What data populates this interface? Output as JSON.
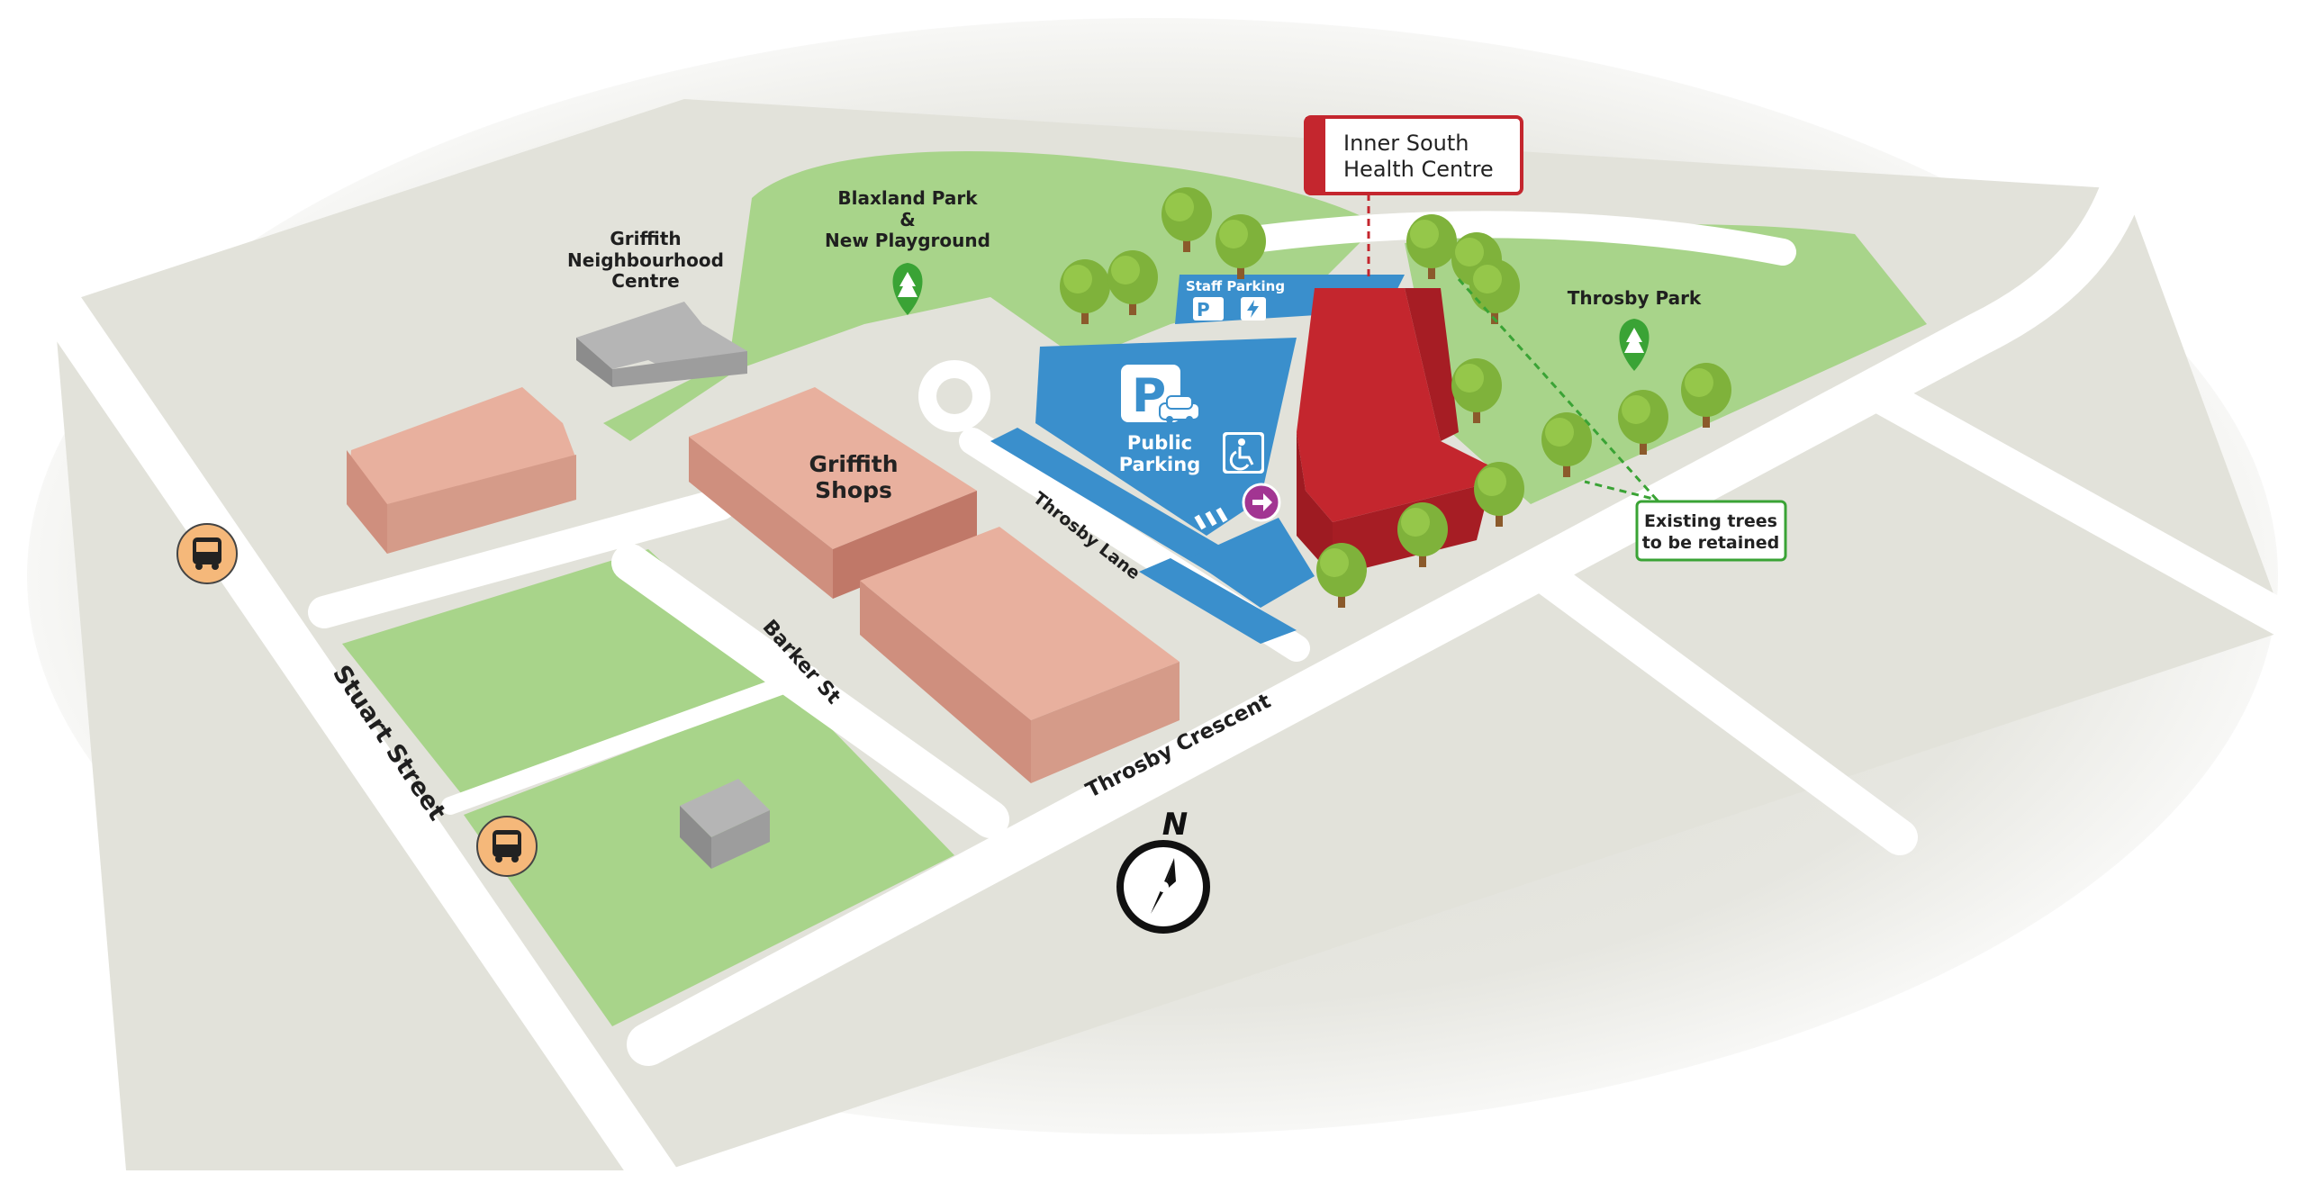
{
  "labels": {
    "health_centre": [
      "Inner South",
      "Health Centre"
    ],
    "blaxland_park": [
      "Blaxland Park",
      "&",
      "New Playground"
    ],
    "neighbourhood_centre": [
      "Griffith",
      "Neighbourhood",
      "Centre"
    ],
    "throsby_park": "Throsby Park",
    "staff_parking": "Staff Parking",
    "public_parking": [
      "Public",
      "Parking"
    ],
    "griffith_shops": [
      "Griffith",
      "Shops"
    ],
    "existing_trees": [
      "Existing trees",
      "to be retained"
    ],
    "north": "N"
  },
  "streets": {
    "throsby_lane": "Throsby Lane",
    "barker_st": "Barker St",
    "throsby_crescent": "Throsby Crescent",
    "stuart_street": "Stuart Street"
  },
  "icons": {
    "parking": "parking-icon",
    "accessible": "accessible-parking-icon",
    "staff_parking": "staff-parking-icon",
    "ev_charging": "ev-charging-icon",
    "entrance": "entrance-arrow-icon",
    "park": "park-tree-pin-icon",
    "bus": "bus-stop-icon",
    "compass": "compass-icon"
  },
  "colors": {
    "park_green": "#a8d48a",
    "road": "#ffffff",
    "ground": "#e4e4dc",
    "parking_blue": "#3a8fcc",
    "health_red": "#c4262e",
    "shop_pink": "#e8b09e",
    "building_grey": "#a9a9a9",
    "pin_green": "#3aa335",
    "bus_orange": "#f5b87a",
    "entrance_purple": "#a23592"
  }
}
